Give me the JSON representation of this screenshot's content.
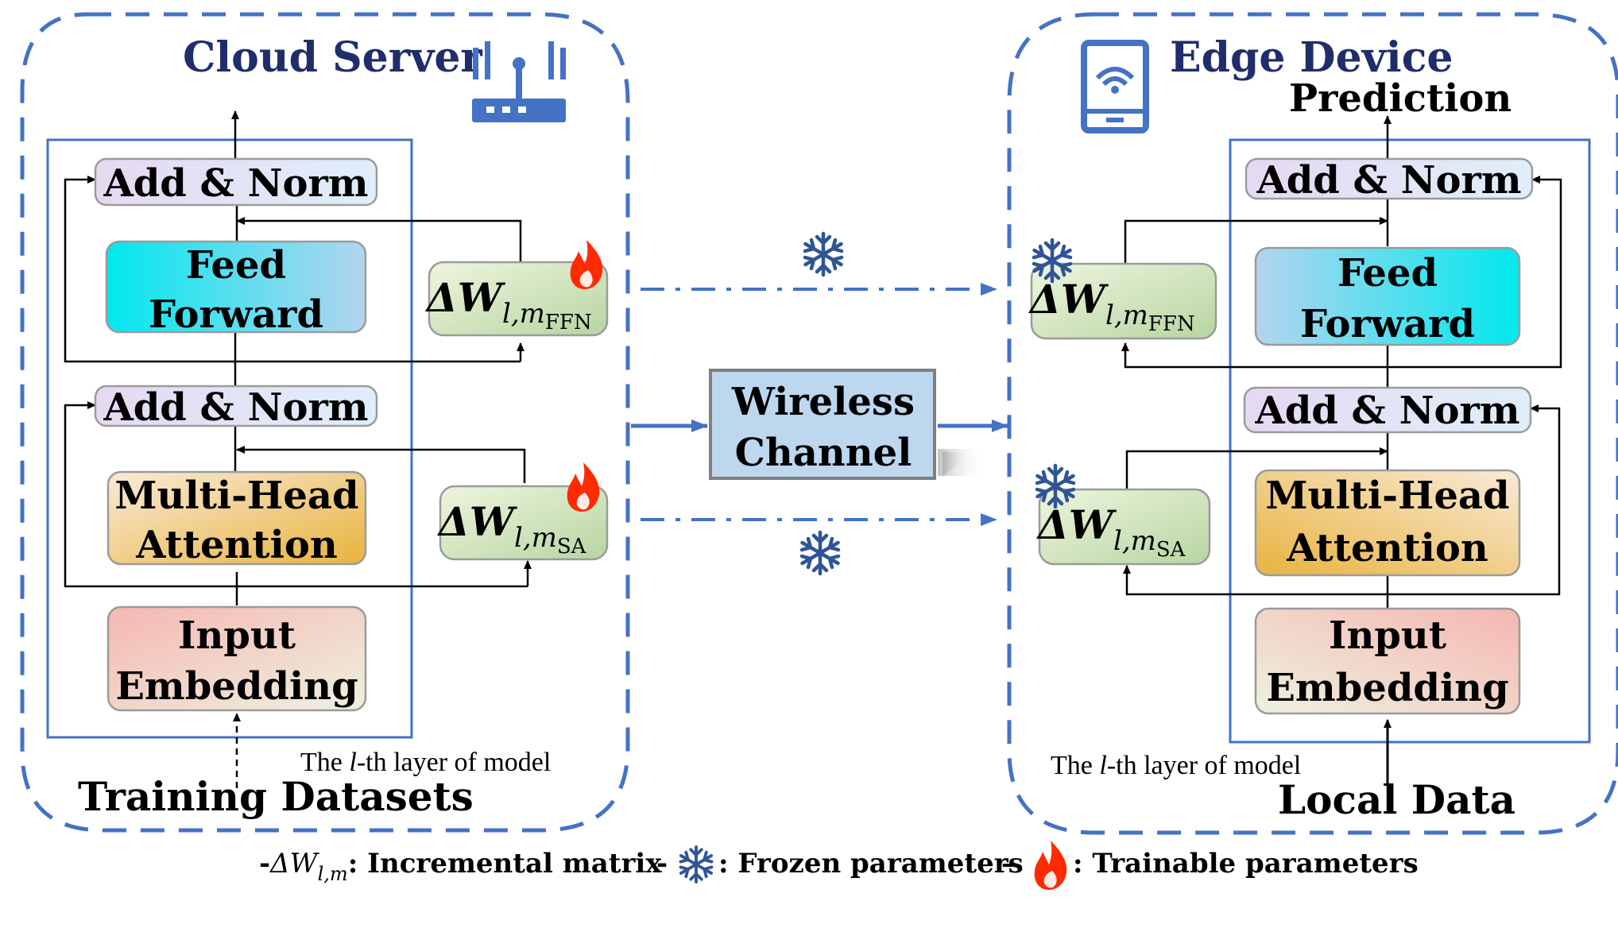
{
  "cloud": {
    "title": "Cloud Server",
    "add_norm_top": "Add & Norm",
    "ffn_line1": "Feed",
    "ffn_line2": "Forward",
    "add_norm_mid": "Add & Norm",
    "mha_line1": "Multi-Head",
    "mha_line2": "Attention",
    "emb_line1": "Input",
    "emb_line2": "Embedding",
    "delta_ffn_sym": "ΔW",
    "delta_ffn_sub": "l,m",
    "delta_ffn_subsub": "FFN",
    "delta_sa_sym": "ΔW",
    "delta_sa_sub": "l,m",
    "delta_sa_subsub": "SA",
    "layer_caption_pre": "The ",
    "layer_caption_l": "l",
    "layer_caption_post": "-th layer of model",
    "input_label": "Training Datasets"
  },
  "channel": {
    "line1": "Wireless",
    "line2": "Channel"
  },
  "edge": {
    "title": "Edge Device",
    "output_label": "Prediction",
    "add_norm_top": "Add & Norm",
    "ffn_line1": "Feed",
    "ffn_line2": "Forward",
    "add_norm_mid": "Add & Norm",
    "mha_line1": "Multi-Head",
    "mha_line2": "Attention",
    "emb_line1": "Input",
    "emb_line2": "Embedding",
    "delta_ffn_sym": "ΔW",
    "delta_ffn_sub": "l,m",
    "delta_ffn_subsub": "FFN",
    "delta_sa_sym": "ΔW",
    "delta_sa_sub": "l,m",
    "delta_sa_subsub": "SA",
    "layer_caption_pre": "The ",
    "layer_caption_l": "l",
    "layer_caption_post": "-th layer of model",
    "input_label": "Local Data"
  },
  "legend": {
    "dash1": "-",
    "delta_sym": "ΔW",
    "delta_sub": "l,m",
    "incremental": ": Incremental matrix",
    "dash2": "-",
    "frozen": ": Frozen parameters",
    "dash3": "–",
    "trainable": ": Trainable parameters"
  },
  "icons": [
    "router-icon",
    "phone-wifi-icon",
    "snowflake-icon",
    "flame-icon"
  ],
  "colors": {
    "accent_blue": "#4472c4",
    "title_navy": "#1f2e6b",
    "flame_red": "#ff2a00",
    "snow_blue": "#2f5597"
  }
}
